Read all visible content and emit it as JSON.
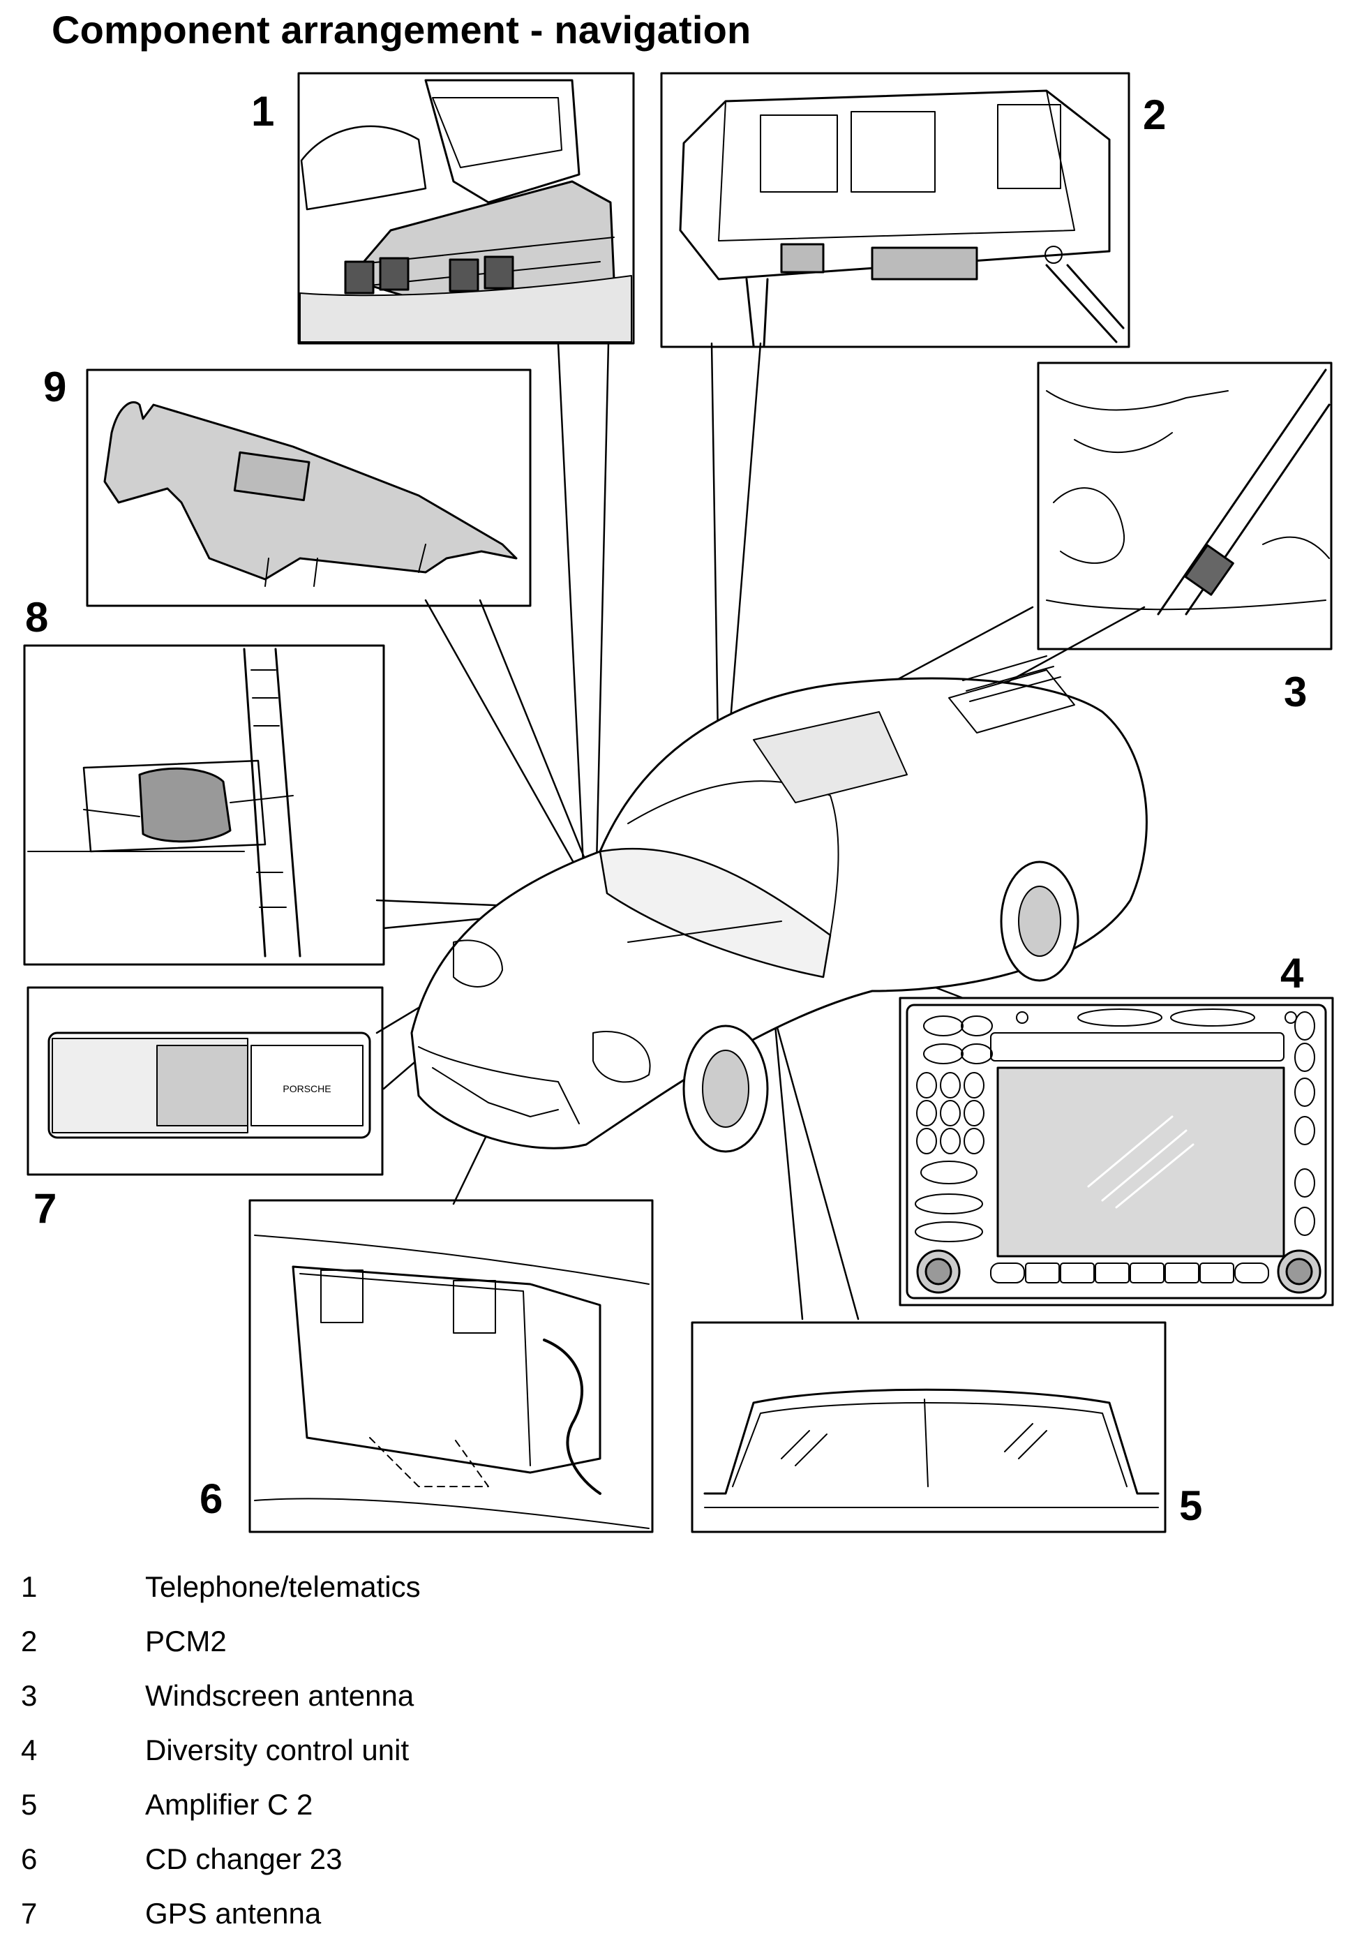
{
  "title": "Component arrangement - navigation",
  "callouts": [
    "1",
    "2",
    "3",
    "4",
    "5",
    "6",
    "7",
    "8",
    "9"
  ],
  "legend": [
    {
      "num": "1",
      "label": "Telephone/telematics"
    },
    {
      "num": "2",
      "label": "PCM2"
    },
    {
      "num": "3",
      "label": "Windscreen antenna"
    },
    {
      "num": "4",
      "label": "Diversity control unit"
    },
    {
      "num": "5",
      "label": "Amplifier C 2"
    },
    {
      "num": "6",
      "label": "CD changer 23"
    },
    {
      "num": "7",
      "label": "GPS antenna"
    }
  ],
  "cd_changer_brand": "PORSCHE"
}
